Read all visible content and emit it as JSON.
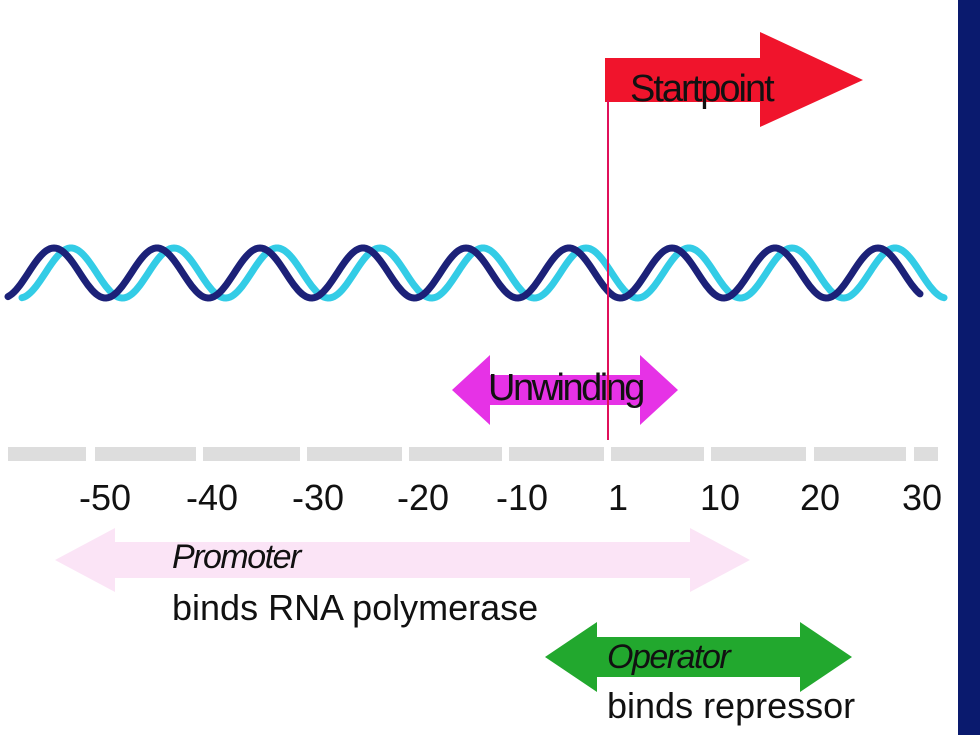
{
  "labels": {
    "startpoint": "Startpoint",
    "unwinding": "Unwinding",
    "promoter_title": "Promoter",
    "promoter_desc": "binds RNA polymerase",
    "operator_title": "Operator",
    "operator_desc": "binds repressor"
  },
  "scale": {
    "ticks": [
      "-50",
      "-40",
      "-30",
      "-20",
      "-10",
      "1",
      "10",
      "20",
      "30"
    ]
  },
  "colors": {
    "startpoint_arrow": "#f0142c",
    "startpoint_line": "#e0105a",
    "unwinding_arrow": "#e632e6",
    "promoter_arrow": "#fbe4f6",
    "operator_arrow": "#22a82e",
    "strand_dark": "#1c2178",
    "strand_light": "#33cce6",
    "ruler_segment": "#dddddd",
    "side_bar": "#0a1a6e"
  }
}
